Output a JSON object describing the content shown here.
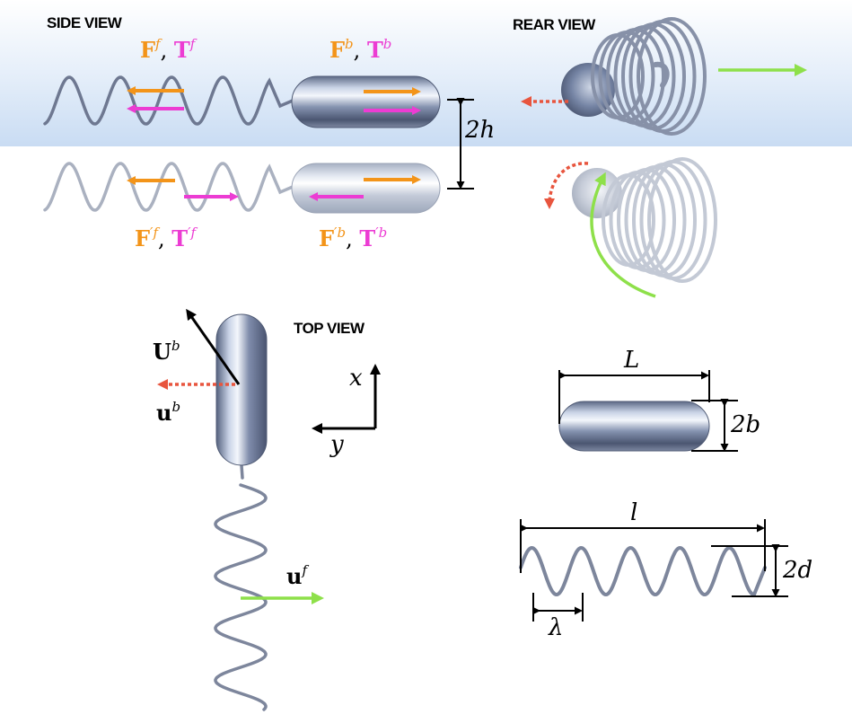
{
  "panels": {
    "side_view": "SIDE VIEW",
    "rear_view": "REAR VIEW",
    "top_view": "TOP VIEW"
  },
  "labels": {
    "F_f": {
      "sym": "F",
      "sup": "f"
    },
    "T_f": {
      "sym": "T",
      "sup": "f"
    },
    "F_b": {
      "sym": "F",
      "sup": "b"
    },
    "T_b": {
      "sym": "T",
      "sup": "b"
    },
    "Fp_f": {
      "sym": "F",
      "sup": "′f"
    },
    "Tp_f": {
      "sym": "T",
      "sup": "′f"
    },
    "Fp_b": {
      "sym": "F",
      "sup": "′b"
    },
    "Tp_b": {
      "sym": "T",
      "sup": "′b"
    },
    "U_b": {
      "sym": "U",
      "sup": "b"
    },
    "u_b": {
      "sym": "u",
      "sup": "b"
    },
    "u_f": {
      "sym": "u",
      "sup": "f"
    },
    "sep": ","
  },
  "dimensions": {
    "two_h": "2h",
    "L": "L",
    "two_b": "2b",
    "l": "l",
    "two_d": "2d",
    "lambda": "λ",
    "axis_x": "x",
    "axis_y": "y"
  },
  "colors": {
    "force": "#f39419",
    "torque": "#ec3cd3",
    "velocity_body": "#e8553e",
    "velocity_flagellum": "#8ee04a",
    "wall_band": "#cfe0f5",
    "body_metal": "#7a89a8",
    "helix": "#9aa3b5"
  }
}
